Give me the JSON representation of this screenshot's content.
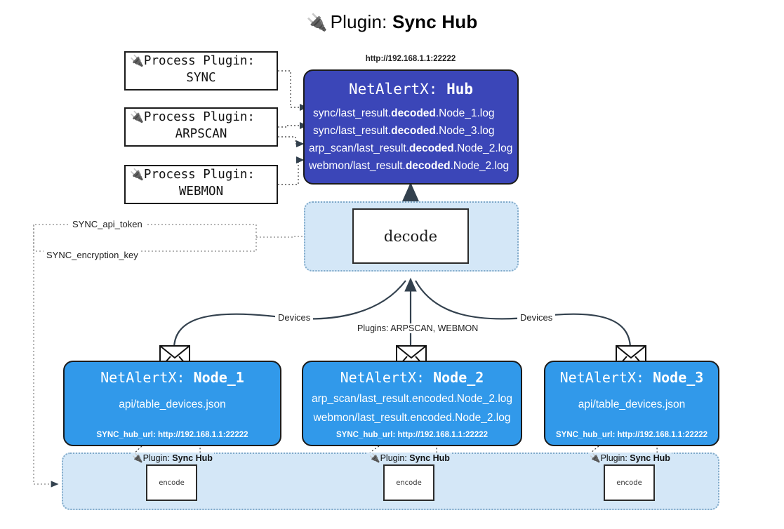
{
  "title": {
    "icon": "plug-icon",
    "icon_glyph": "🔌",
    "lead": "Plugin: ",
    "strong": "Sync Hub"
  },
  "process_plugins": [
    {
      "icon": "plug-icon",
      "line1": "Process Plugin:",
      "line2": "SYNC"
    },
    {
      "icon": "plug-icon",
      "line1": "Process Plugin:",
      "line2": "ARPSCAN"
    },
    {
      "icon": "plug-icon",
      "line1": "Process Plugin:",
      "line2": "WEBMON"
    }
  ],
  "hub": {
    "url_label": "http://192.168.1.1:22222",
    "title_prefix": "NetAlertX: ",
    "title_strong": "Hub",
    "logs": [
      {
        "pre": "sync/last_result.",
        "bold": "decoded",
        "post": ".Node_1.log"
      },
      {
        "pre": "sync/last_result.",
        "bold": "decoded",
        "post": ".Node_3.log"
      },
      {
        "pre": "arp_scan/last_result.",
        "bold": "decoded",
        "post": ".Node_2.log"
      },
      {
        "pre": "webmon/last_result.",
        "bold": "decoded",
        "post": ".Node_2.log"
      }
    ]
  },
  "decode": {
    "label": "decode"
  },
  "settings_edges": [
    {
      "label": "SYNC_api_token"
    },
    {
      "label": "SYNC_encryption_key"
    }
  ],
  "flow_labels": {
    "devices_left": "Devices",
    "devices_right": "Devices",
    "plugins_center": "Plugins: ARPSCAN, WEBMON"
  },
  "nodes": [
    {
      "title_prefix": "NetAlertX: ",
      "title_strong": "Node_1",
      "lines": [
        "api/table_devices.json"
      ],
      "footer": "SYNC_hub_url: http://192.168.1.1:22222",
      "envelope_icon": "envelope-icon"
    },
    {
      "title_prefix": "NetAlertX: ",
      "title_strong": "Node_2",
      "lines": [
        "arp_scan/last_result.encoded.Node_2.log",
        "webmon/last_result.encoded.Node_2.log"
      ],
      "footer": "SYNC_hub_url: http://192.168.1.1:22222",
      "envelope_icon": "envelope-icon"
    },
    {
      "title_prefix": "NetAlertX: ",
      "title_strong": "Node_3",
      "lines": [
        "api/table_devices.json"
      ],
      "footer": "SYNC_hub_url: http://192.168.1.1:22222",
      "envelope_icon": "envelope-icon"
    }
  ],
  "encoders": [
    {
      "plugin_label_lead": "Plugin: ",
      "plugin_label_strong": "Sync Hub",
      "box_label": "encode",
      "icon": "plug-icon"
    },
    {
      "plugin_label_lead": "Plugin: ",
      "plugin_label_strong": "Sync Hub",
      "box_label": "encode",
      "icon": "plug-icon"
    },
    {
      "plugin_label_lead": "Plugin: ",
      "plugin_label_strong": "Sync Hub",
      "box_label": "encode",
      "icon": "plug-icon"
    }
  ],
  "colors": {
    "hub_blue": "#3b46b8",
    "node_blue": "#3199ea",
    "band_blue": "#d4e7f7",
    "band_border": "#7fa9c9",
    "stroke": "#1b1b1b",
    "page_bg": "#ffffff"
  }
}
